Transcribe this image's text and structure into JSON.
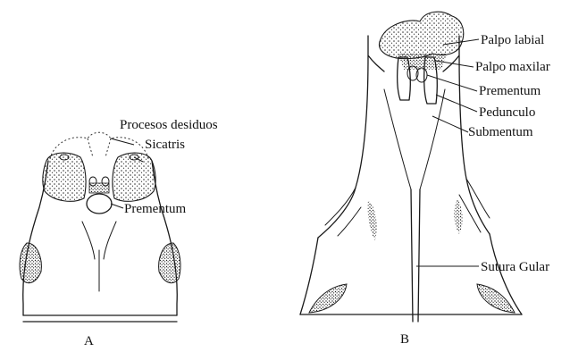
{
  "figure": {
    "panels": [
      {
        "id": "A",
        "label": "A"
      },
      {
        "id": "B",
        "label": "B"
      }
    ],
    "labels_a": {
      "procesos": "Procesos desiduos",
      "sicatris": "Sicatris",
      "prementum": "Prementum"
    },
    "labels_b": {
      "palpo_labial": "Palpo labial",
      "palpo_maxilar": "Palpo maxilar",
      "prementum": "Prementum",
      "pedunculo": "Pedunculo",
      "submentum": "Submentum",
      "sutura_gular": "Sutura Gular"
    }
  },
  "style": {
    "stipple_color": "#222222",
    "line_color": "#1a1a1a"
  }
}
